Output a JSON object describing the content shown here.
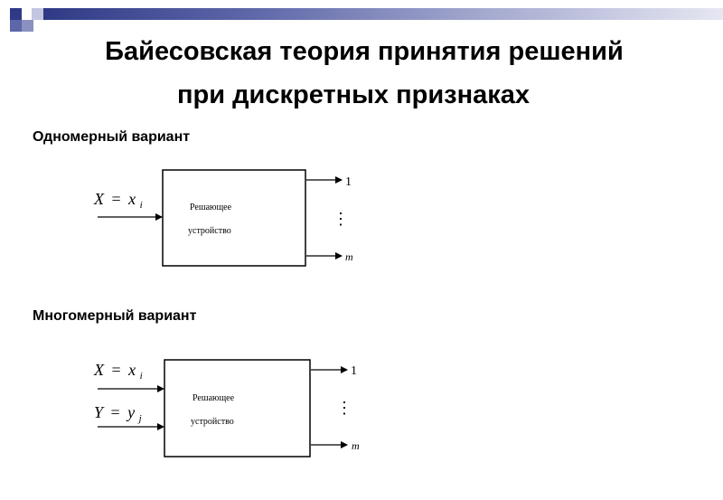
{
  "slide": {
    "title_line_1": "Байесовская теория принятия решений",
    "title_line_2": "при дискретных признаках"
  },
  "sections": {
    "one_dim": {
      "label": "Одномерный вариант",
      "input_var": "X",
      "input_eq": "=",
      "input_val": "x",
      "input_sub": "i",
      "box_line_1": "Решающее",
      "box_line_2": "устройство",
      "out_first": "1",
      "out_dots": "⋮",
      "out_last": "m"
    },
    "multi_dim": {
      "label": "Многомерный вариант",
      "input1_var": "X",
      "input1_eq": "=",
      "input1_val": "x",
      "input1_sub": "i",
      "input2_var": "Y",
      "input2_eq": "=",
      "input2_val": "y",
      "input2_sub": "j",
      "box_line_1": "Решающее",
      "box_line_2": "устройство",
      "out_first": "1",
      "out_dots": "⋮",
      "out_last": "m"
    }
  },
  "colors": {
    "bar_dark": "#2f3a86",
    "bar_light": "#e6e7f2"
  }
}
